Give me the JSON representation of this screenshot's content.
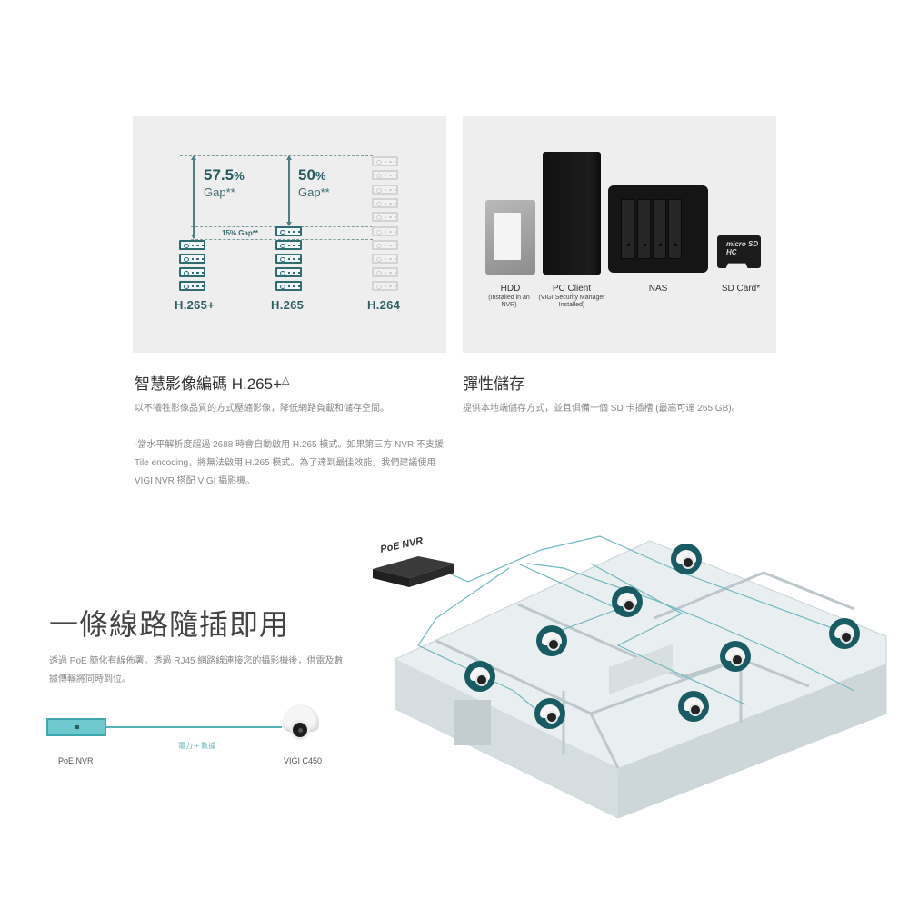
{
  "codec_panel": {
    "gap_h265plus": {
      "value": "57.5",
      "unit": "%",
      "label": "Gap**"
    },
    "gap_h265": {
      "value": "50",
      "unit": "%",
      "label": "Gap**"
    },
    "gap_small": "15% Gap**",
    "codecs": [
      {
        "label": "H.265+",
        "servers": 4
      },
      {
        "label": "H.265",
        "servers": 5
      },
      {
        "label": "H.264",
        "servers": 10
      }
    ],
    "colors": {
      "accent": "#2f6d72",
      "ghost": "#d3d3d3"
    }
  },
  "storage_panel": {
    "devices": [
      {
        "name": "HDD",
        "sub": "(Installed in an NVR)"
      },
      {
        "name": "PC Client",
        "sub": "(VIGI Security Manager Installed)"
      },
      {
        "name": "NAS",
        "sub": ""
      },
      {
        "name": "SD Card*",
        "sub": ""
      }
    ],
    "sd_text": "micro SD HC"
  },
  "codec_section": {
    "title": "智慧影像編碼 H.265+",
    "title_mark": "△",
    "para1": "以不犧牲影像品質的方式壓縮影像，降低網路負載和儲存空間。",
    "para2": "-當水平解析度超過 2688 時會自動啟用 H.265 模式。如果第三方 NVR 不支援 Tile encoding，將無法啟用 H.265 模式。為了達到最佳效能，我們建議使用 VIGI NVR 搭配 VIGI 攝影機。"
  },
  "storage_section": {
    "title": "彈性儲存",
    "para": "提供本地端儲存方式，並且俱備一個 SD 卡插槽 (最高可達 265 GB)。"
  },
  "poe_section": {
    "title": "一條線路隨插即用",
    "para": "透過 PoE 簡化有線佈署。透過 RJ45 網路線連接您的攝影機後，供電及數據傳輸將同時到位。",
    "wire_label": "電力 + 數據",
    "nvr_label": "PoE NVR",
    "camera_label": "VIGI C450"
  },
  "floorplan": {
    "nvr_label": "PoE NVR",
    "camera_count": 8,
    "colors": {
      "line": "#6fb9bf",
      "badge": "#195b63"
    }
  }
}
